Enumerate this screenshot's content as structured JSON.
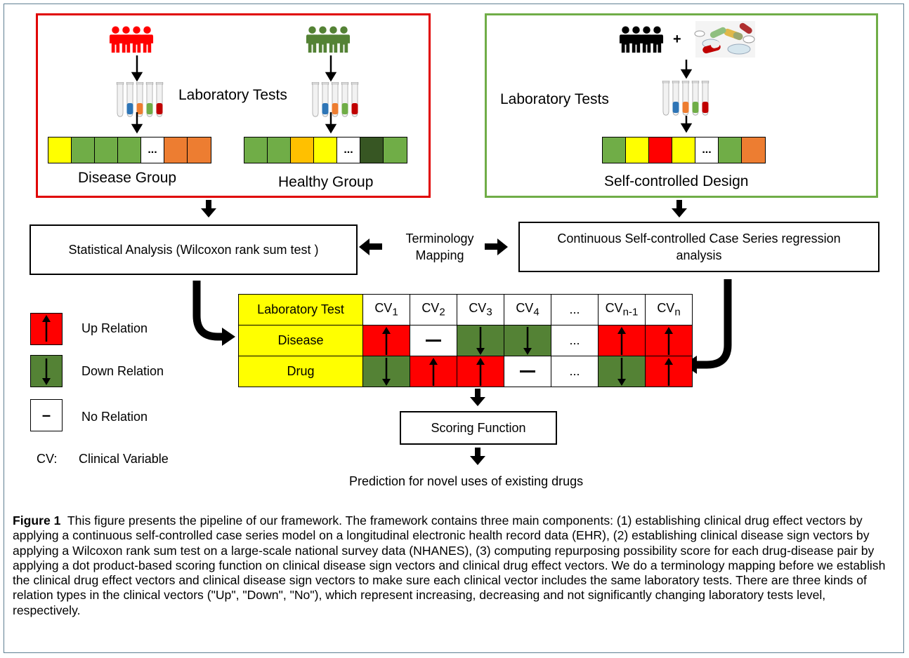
{
  "colors": {
    "red": "#ff0000",
    "green": "#548235",
    "yellow": "#ffff00",
    "orange": "#ed7d31",
    "gold": "#ffc000",
    "darkgreen": "#375623",
    "greenbox": "#70ad47"
  },
  "left_panel": {
    "lab_label": "Laboratory Tests",
    "disease_group": "Disease Group",
    "healthy_group": "Healthy Group",
    "disease_strip": [
      "",
      "",
      "",
      "",
      "...",
      "",
      ""
    ],
    "healthy_strip": [
      "",
      "",
      "",
      "",
      "...",
      "",
      ""
    ]
  },
  "right_panel": {
    "plus": "+",
    "lab_label": "Laboratory Tests",
    "design": "Self-controlled Design",
    "strip": [
      "",
      "",
      "",
      "",
      "...",
      "",
      ""
    ]
  },
  "mapping": {
    "line1": "Terminology",
    "line2": "Mapping"
  },
  "stat_box": "Statistical Analysis (Wilcoxon rank sum test )",
  "cscs_box": "Continuous Self-controlled Case Series regression analysis",
  "table": {
    "row_headers": [
      "Laboratory Test",
      "Disease",
      "Drug"
    ],
    "columns": [
      "CV",
      "CV",
      "CV",
      "CV",
      "...",
      "CV",
      "CV"
    ],
    "subscripts": [
      "1",
      "2",
      "3",
      "4",
      "",
      "n-1",
      "n"
    ],
    "disease": [
      "up",
      "none",
      "down",
      "down",
      "...",
      "up",
      "up"
    ],
    "drug": [
      "down",
      "up",
      "up",
      "none",
      "...",
      "down",
      "up"
    ]
  },
  "legend": {
    "up": "Up Relation",
    "down": "Down Relation",
    "none": "No Relation",
    "none_symbol": "–",
    "cv_abbr": "CV:",
    "cv_full": "Clinical Variable"
  },
  "scoring": "Scoring Function",
  "prediction": "Prediction for novel uses of existing drugs",
  "caption": {
    "label": "Figure 1",
    "text": "This figure presents the pipeline of our framework. The framework contains three main components: (1) establishing clinical drug effect vectors by applying a continuous self-controlled case series model on a longitudinal electronic health record data (EHR), (2) establishing clinical disease sign vectors by applying a Wilcoxon rank sum test on a large-scale national survey data (NHANES), (3) computing repurposing possibility score for each drug-disease pair by applying a dot product-based scoring function on clinical disease sign vectors and clinical drug effect vectors. We do a terminology mapping before we establish the clinical drug effect vectors and clinical disease sign vectors to make sure each clinical vector includes the same laboratory tests. There are three kinds of relation types in the clinical vectors (\"Up\", \"Down\", \"No\"), which represent increasing, decreasing and not significantly changing laboratory tests level, respectively."
  }
}
